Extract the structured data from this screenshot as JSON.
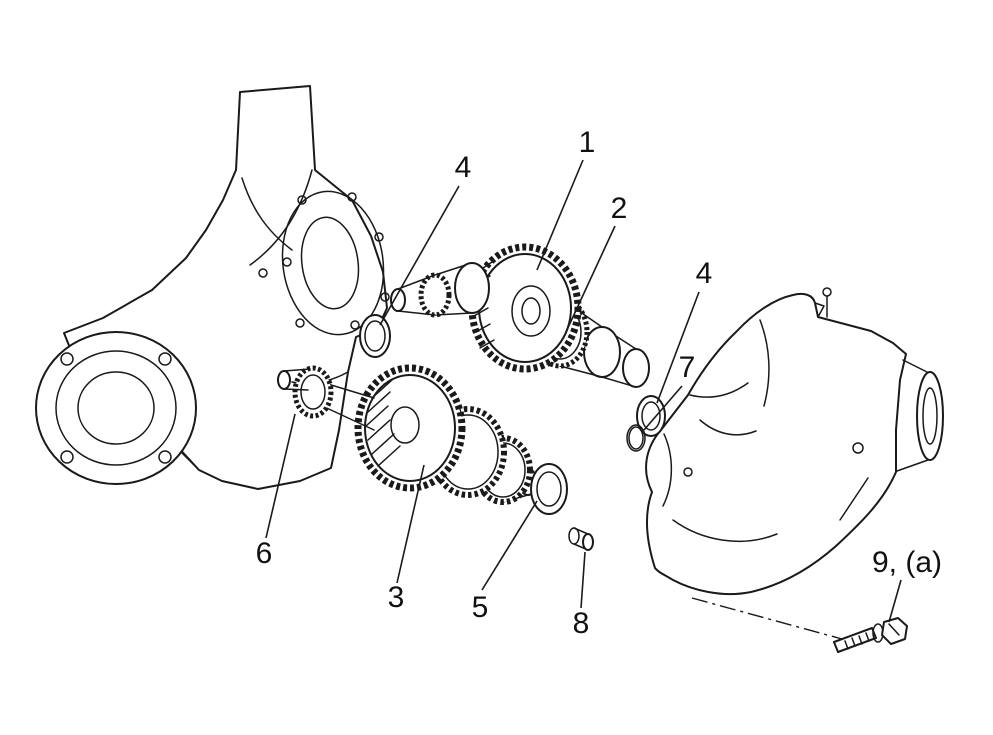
{
  "figure": {
    "kind": "exploded-parts-diagram",
    "subject": "transaxle gear and housing assembly",
    "background_color": "#ffffff",
    "line_color": "#1a1a1a"
  },
  "labels": {
    "part1": "1",
    "part2": "2",
    "part3": "3",
    "part4_left": "4",
    "part4_right": "4",
    "part5": "5",
    "part6": "6",
    "part7": "7",
    "part8": "8",
    "part9": "9, (a)"
  }
}
